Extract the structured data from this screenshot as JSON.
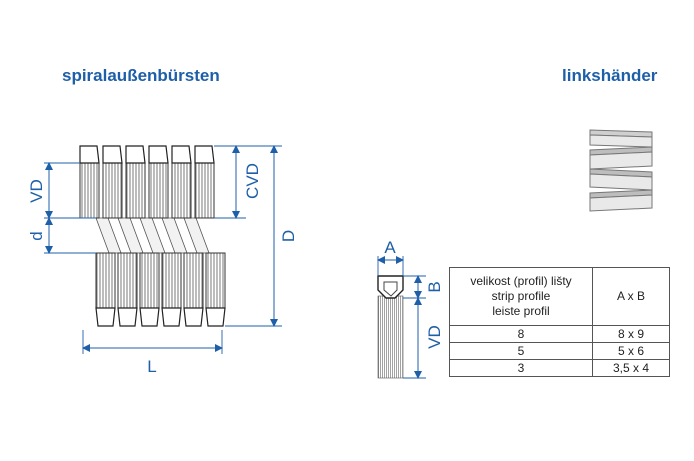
{
  "titles": {
    "left": "spiralaußenbürsten",
    "right": "linkshänder"
  },
  "dimensions": {
    "vd": "VD",
    "d_small": "d",
    "cvd": "CVD",
    "d_big": "D",
    "l": "L",
    "a": "A",
    "b": "B",
    "vd_strip": "VD"
  },
  "table": {
    "header_lines": [
      "velikost (profil) lišty",
      "strip profile",
      "leiste profil"
    ],
    "header_right": "A x B",
    "rows": [
      {
        "profile": "8",
        "axb": "8 x 9"
      },
      {
        "profile": "5",
        "axb": "5 x 6"
      },
      {
        "profile": "3",
        "axb": "3,5 x 4"
      }
    ]
  },
  "colors": {
    "accent": "#1f5fa8",
    "line": "#333333"
  }
}
